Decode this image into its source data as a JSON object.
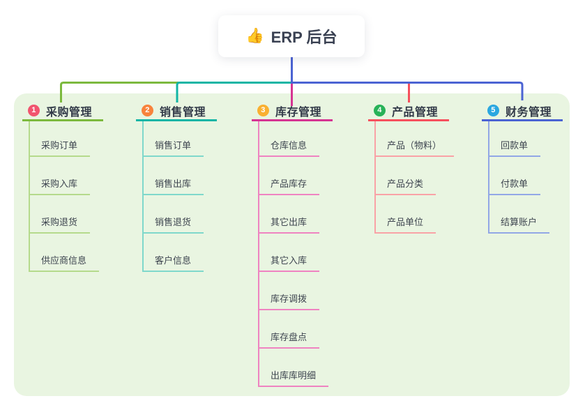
{
  "root": {
    "icon": "👍",
    "icon_name": "thumbs-up",
    "title": "ERP 后台"
  },
  "colors": {
    "page_bg": "#ffffff",
    "panel_bg": "#e9f5e1",
    "stem_blue": "#4b63d3",
    "root_text": "#3a4152",
    "header_text": "#333b49",
    "child_text": "#3e4550"
  },
  "branches": [
    {
      "number": "1",
      "label": "采购管理",
      "color": "#7cb93e",
      "color_light": "#b5da8c",
      "badge_color": "#f1556f",
      "children": [
        "采购订单",
        "采购入库",
        "采购退货",
        "供应商信息"
      ]
    },
    {
      "number": "2",
      "label": "销售管理",
      "color": "#12b5a5",
      "color_light": "#7fd8cb",
      "badge_color": "#f8833c",
      "children": [
        "销售订单",
        "销售出库",
        "销售退货",
        "客户信息"
      ]
    },
    {
      "number": "3",
      "label": "库存管理",
      "color": "#d63492",
      "color_light": "#ef83c1",
      "badge_color": "#f9b031",
      "children": [
        "仓库信息",
        "产品库存",
        "其它出库",
        "其它入库",
        "库存调拨",
        "库存盘点",
        "出库库明细"
      ]
    },
    {
      "number": "4",
      "label": "产品管理",
      "color": "#f6505d",
      "color_light": "#f9a2a6",
      "badge_color": "#28b258",
      "children": [
        "产品（物料）",
        "产品分类",
        "产品单位"
      ]
    },
    {
      "number": "5",
      "label": "财务管理",
      "color": "#4b63d3",
      "color_light": "#92a7e6",
      "badge_color": "#2aa7e0",
      "children": [
        "回款单",
        "付款单",
        "结算账户"
      ]
    }
  ]
}
